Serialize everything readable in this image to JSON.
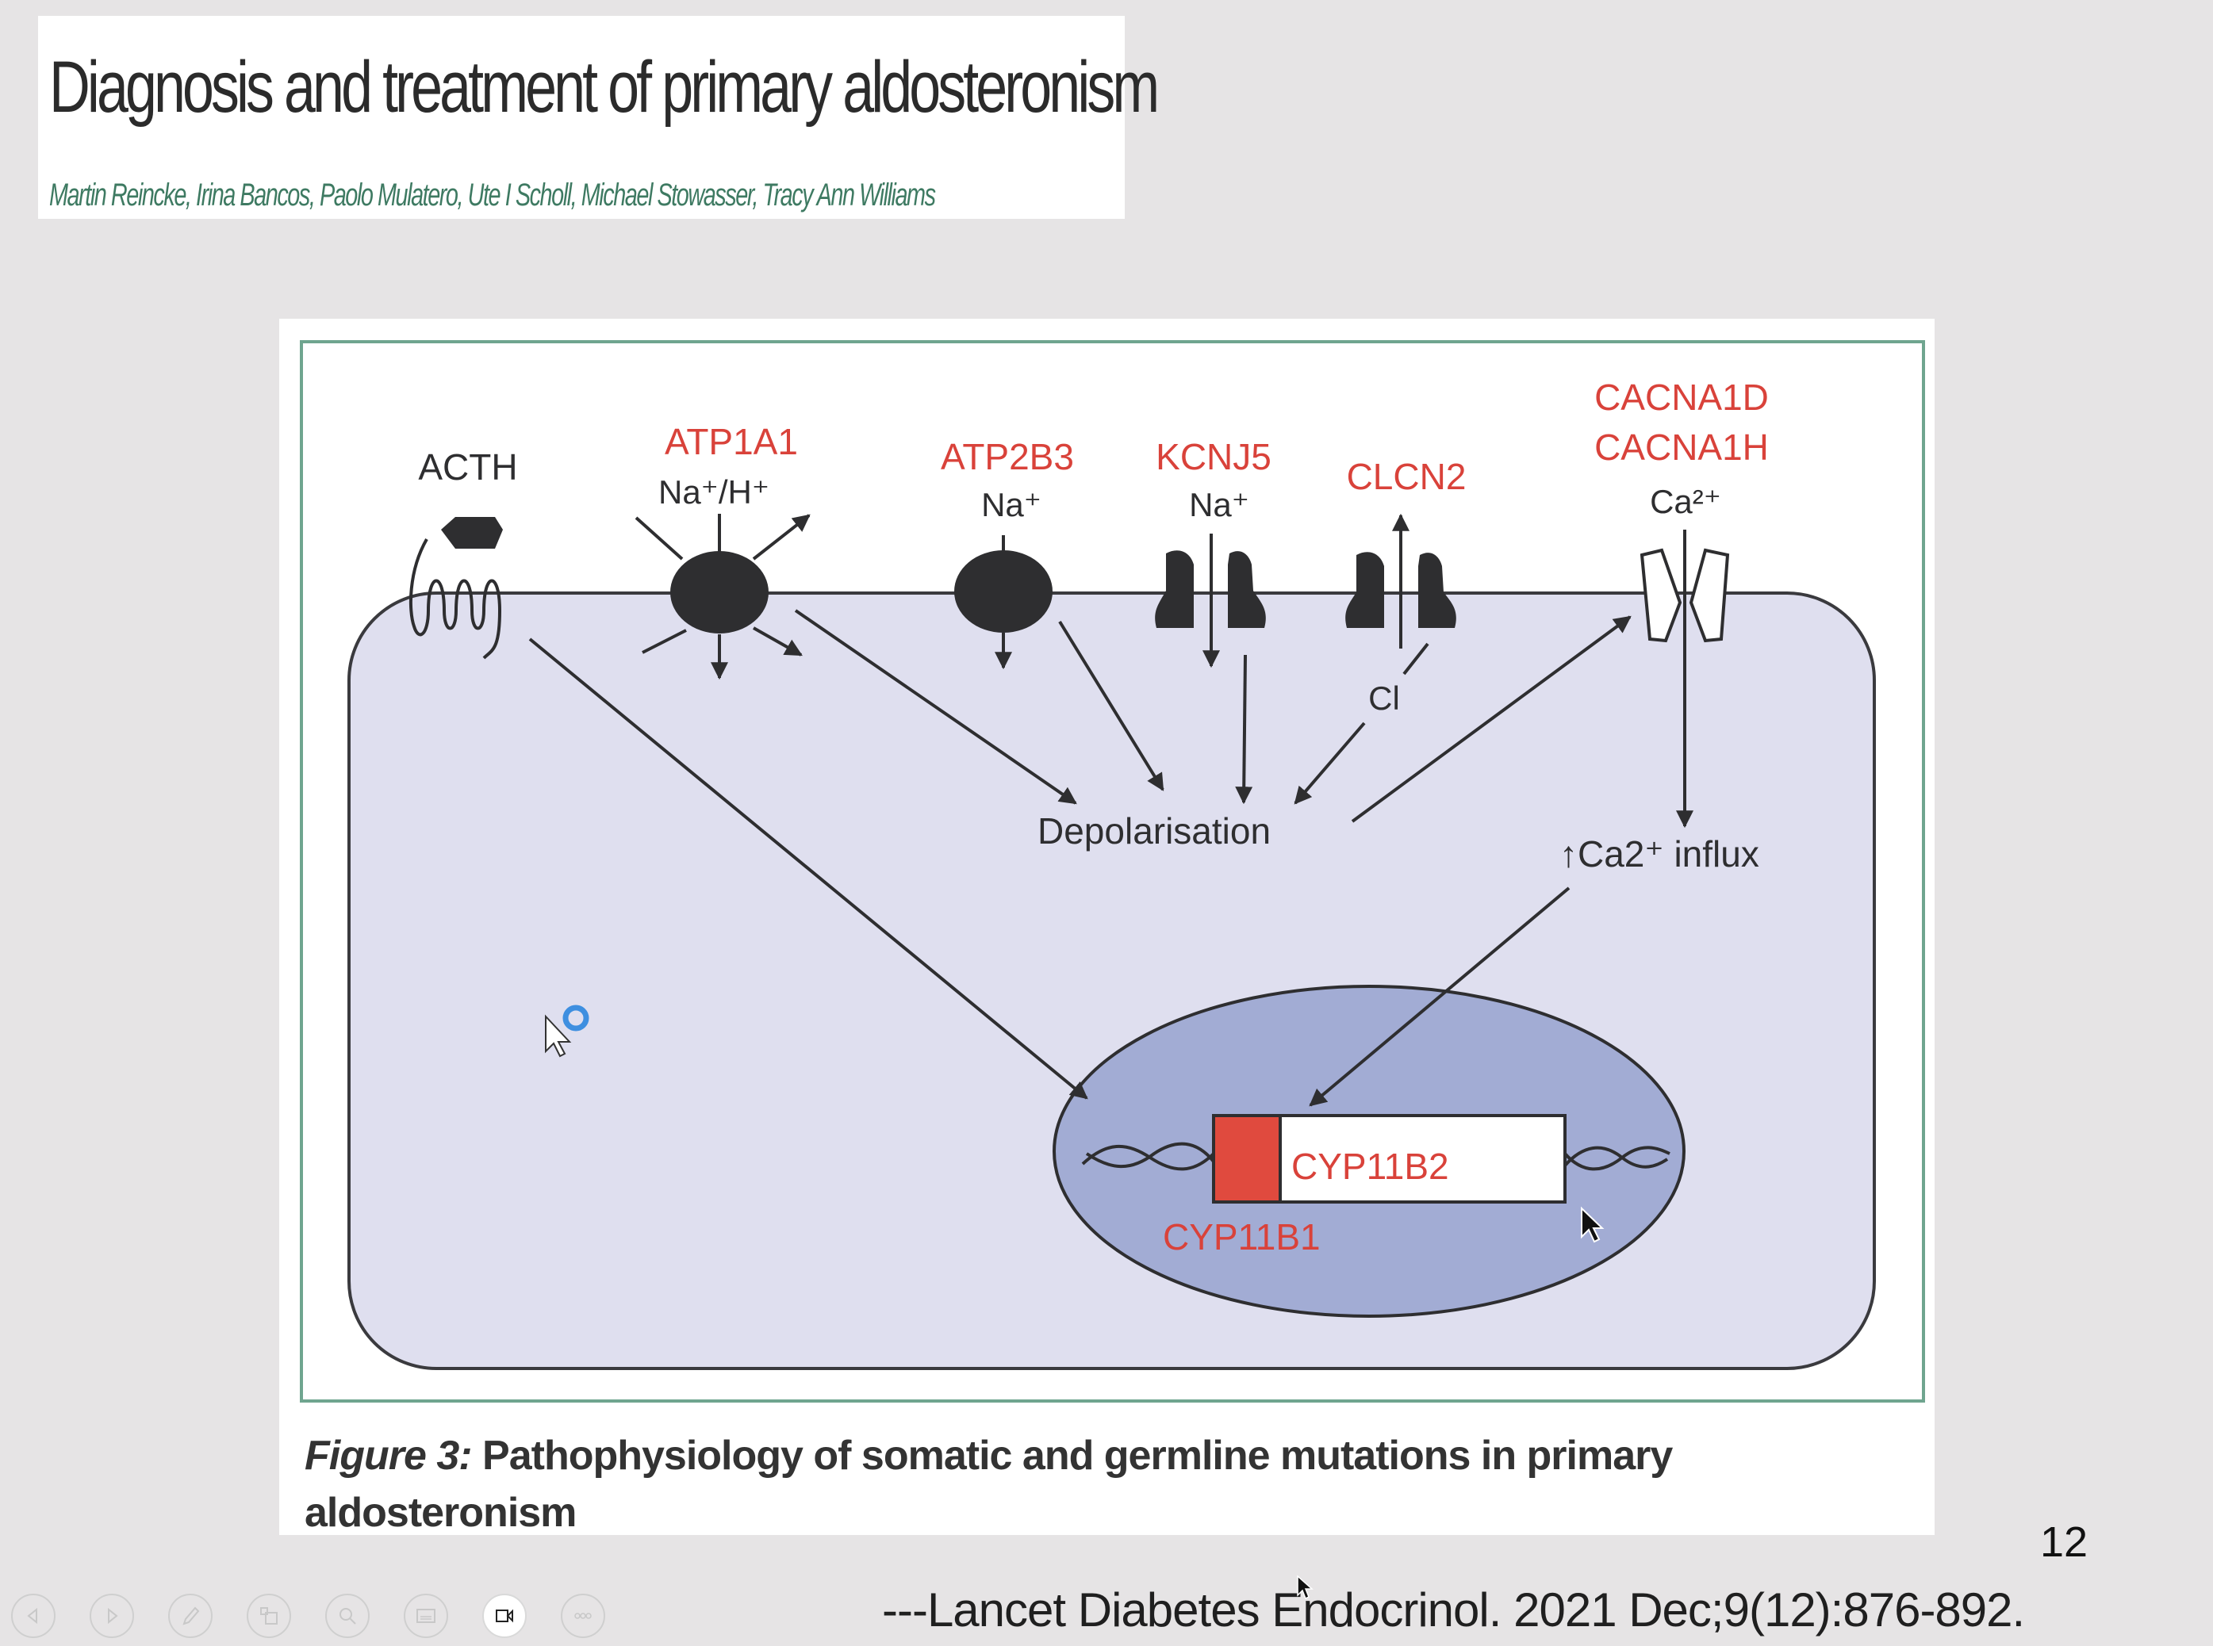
{
  "header": {
    "title": "Diagnosis and treatment of primary aldosteronism",
    "authors": "Martin Reincke, Irina Bancos, Paolo Mulatero, Ute I Scholl, Michael Stowasser, Tracy Ann Williams"
  },
  "figure": {
    "receptor": {
      "name": "ACTH"
    },
    "transporters": [
      {
        "gene": "ATP1A1",
        "ion": "Na⁺/H⁺",
        "gene_color": "#d9423a"
      },
      {
        "gene": "ATP2B3",
        "ion": "Na⁺",
        "gene_color": "#d9423a"
      },
      {
        "gene": "KCNJ5",
        "ion": "Na⁺",
        "gene_color": "#d9423a"
      },
      {
        "gene": "CLCN2",
        "ion": "Cl",
        "gene_color": "#d9423a"
      },
      {
        "gene_line1": "CACNA1D",
        "gene_line2": "CACNA1H",
        "ion": "Ca²⁺",
        "gene_color": "#d9423a"
      }
    ],
    "depolarisation_label": "Depolarisation",
    "calcium_influx_label": "↑Ca2⁺ influx",
    "gene_box": {
      "left_label": "CYP11B1",
      "right_label": "CYP11B2"
    },
    "colors": {
      "cell_fill": "#dfdfef",
      "nucleus_fill": "#a2acd4",
      "frame": "#6fa58f",
      "gene_red": "#e04a3e",
      "ink": "#2e2e30"
    },
    "caption_prefix": "Figure 3:",
    "caption_text": "Pathophysiology of somatic and germline mutations in primary aldosteronism"
  },
  "slide": {
    "page_number": "12",
    "citation": "---Lancet Diabetes Endocrinol. 2021 Dec;9(12):876-892."
  },
  "toolbar": {
    "buttons": [
      {
        "name": "previous",
        "icon": "◁"
      },
      {
        "name": "next",
        "icon": "▷"
      },
      {
        "name": "pen",
        "icon": "pen"
      },
      {
        "name": "slides-overview",
        "icon": "grid"
      },
      {
        "name": "zoom",
        "icon": "magnifier"
      },
      {
        "name": "subtitles",
        "icon": "subtitles"
      },
      {
        "name": "camera",
        "icon": "video-camera"
      },
      {
        "name": "more",
        "icon": "ooo"
      }
    ]
  }
}
